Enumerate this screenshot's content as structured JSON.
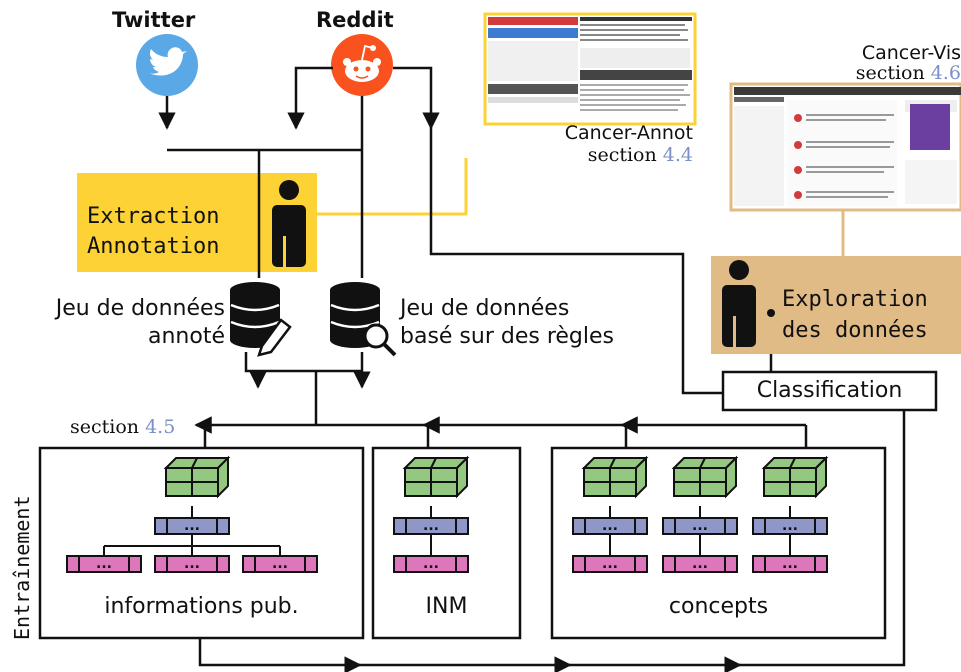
{
  "sources": {
    "twitter": {
      "label": "Twitter"
    },
    "reddit": {
      "label": "Reddit"
    }
  },
  "extraction": {
    "line1": "Extraction",
    "line2": "Annotation"
  },
  "datasets": {
    "annotated": {
      "line1": "Jeu de données",
      "line2": "annoté"
    },
    "rules": {
      "line1": "Jeu de données",
      "line2": "basé sur des règles"
    }
  },
  "cancer_annot": {
    "title": "Cancer-Annot",
    "section_word": "section",
    "section_num": "4.4"
  },
  "cancer_vis": {
    "title": "Cancer-Vis",
    "section_word": "section",
    "section_num": "4.6"
  },
  "exploration": {
    "line1": "Exploration",
    "line2": "des données"
  },
  "classification": {
    "label": "Classification"
  },
  "training": {
    "label": "Entraînement",
    "section_word": "section",
    "section_num": "4.5",
    "groups": [
      {
        "label": "informations pub."
      },
      {
        "label": "INM"
      },
      {
        "label": "concepts"
      }
    ],
    "node_text": "..."
  },
  "colors": {
    "twitter_blue": "#5aa8e6",
    "reddit_orange": "#f9521f",
    "extraction_yellow": "#fdd235",
    "exploration_tan": "#e0bb85",
    "cube_green": "#94c780",
    "hidden_blue": "#8e97c8",
    "output_pink": "#de76bb",
    "section_ref": "#7b8fc9"
  }
}
